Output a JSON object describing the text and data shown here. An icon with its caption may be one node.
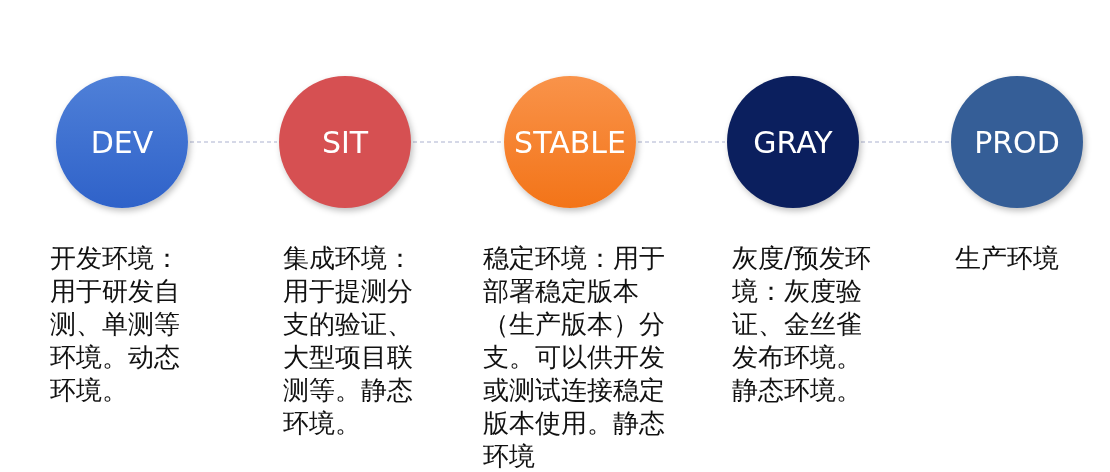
{
  "diagram": {
    "nodes": [
      {
        "text": [
          "DEV"
        ],
        "beside": [
          "开发环境：用于研发自测、单测等环境。动态环境。"
        ]
      },
      {
        "text": [
          "SIT"
        ],
        "beside": [
          "集成环境：用于提测分支的验证、大型项目联测等。静态环境。"
        ]
      },
      {
        "text": [
          "STABLE"
        ],
        "beside": [
          "稳定环境：用于部署稳定版本（生产版本）分支。可以供开发或测试连接稳定版本使用。静态环境"
        ]
      },
      {
        "text": [
          "GRAY"
        ],
        "beside": [
          "灰度/预发环境：灰度验证、金丝雀发布环境。静态环境。"
        ]
      },
      {
        "text": [
          "PROD"
        ],
        "beside": [
          "生产环境"
        ]
      }
    ],
    "edges": [
      {
        "from": 0,
        "to": 1,
        "arrow": "none",
        "style": "dashed"
      },
      {
        "from": 1,
        "to": 2,
        "arrow": "none",
        "style": "dashed"
      },
      {
        "from": 2,
        "to": 3,
        "arrow": "none",
        "style": "dashed"
      },
      {
        "from": 3,
        "to": 4,
        "arrow": "none",
        "style": "dashed"
      }
    ]
  }
}
